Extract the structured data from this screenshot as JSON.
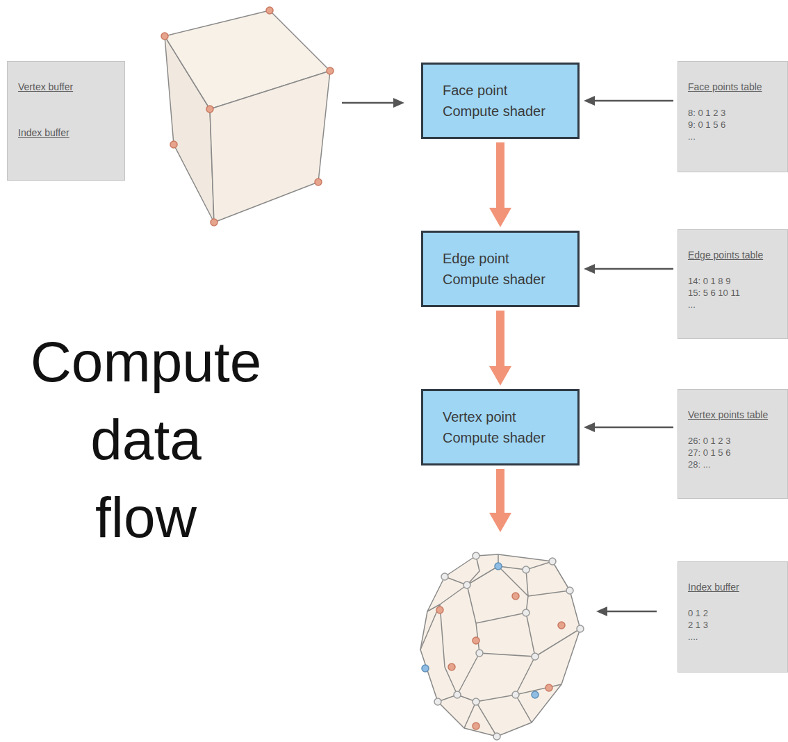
{
  "diagram": {
    "title": "Compute data flow",
    "nodes": [
      {
        "text": [
          "Vertex buffer",
          "Index buffer"
        ]
      },
      {
        "text": [
          "Face point Compute shader"
        ]
      },
      {
        "text": [
          "Face points table",
          "8: 0 1 2 3",
          "9: 0 1 5 6",
          "..."
        ]
      },
      {
        "text": [
          "Edge point Compute shader"
        ]
      },
      {
        "text": [
          "Edge points table",
          "14: 0 1 8 9",
          "15: 5 6 10 11",
          "..."
        ]
      },
      {
        "text": [
          "Vertex point Compute shader"
        ]
      },
      {
        "text": [
          "Vertex points table",
          "26: 0 1 2 3",
          "27: 0 1 5 6",
          "28: ..."
        ]
      },
      {
        "text": [
          "Index buffer",
          "0 1 2",
          "2 1 3",
          "...."
        ]
      }
    ],
    "edges": [
      {
        "from": 2,
        "to": 1,
        "arrow": "to"
      },
      {
        "from": 1,
        "to": 3,
        "arrow": "to"
      },
      {
        "from": 4,
        "to": 3,
        "arrow": "to"
      },
      {
        "from": 3,
        "to": 5,
        "arrow": "to"
      },
      {
        "from": 6,
        "to": 5,
        "arrow": "to"
      }
    ]
  }
}
